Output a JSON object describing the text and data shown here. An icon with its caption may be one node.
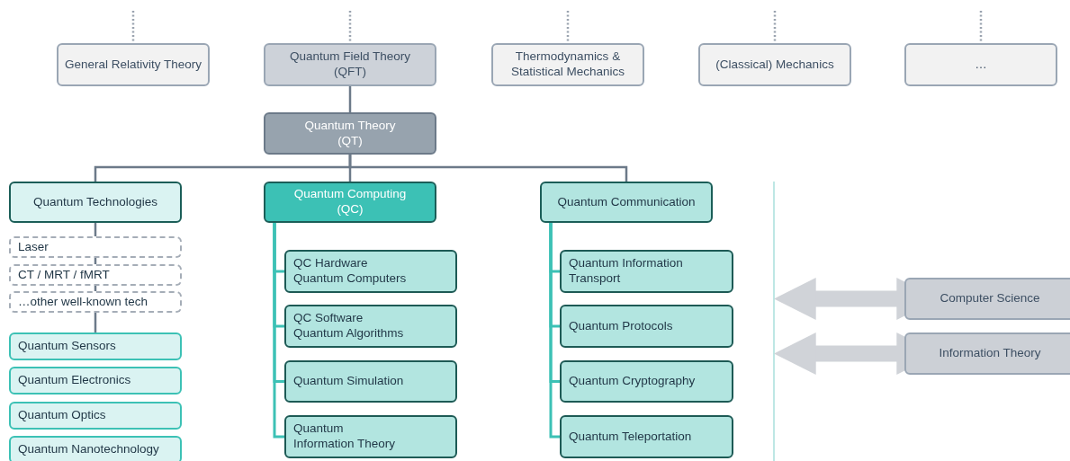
{
  "diagram": {
    "nodes": [
      {
        "text": [
          "General Relativity Theory"
        ]
      },
      {
        "text": [
          "Quantum Field Theory (QFT)"
        ]
      },
      {
        "text": [
          "Thermodynamics & Statistical Mechanics"
        ]
      },
      {
        "text": [
          "(Classical) Mechanics"
        ]
      },
      {
        "text": [
          "…"
        ]
      },
      {
        "text": [
          "Quantum Theory (QT)"
        ]
      },
      {
        "text": [
          "Quantum Technologies"
        ]
      },
      {
        "text": [
          "Quantum Computing (QC)"
        ]
      },
      {
        "text": [
          "Quantum Communication"
        ]
      },
      {
        "text": [
          "Laser"
        ]
      },
      {
        "text": [
          "CT / MRT / fMRT"
        ]
      },
      {
        "text": [
          "…other well-known tech"
        ]
      },
      {
        "text": [
          "Quantum Sensors"
        ]
      },
      {
        "text": [
          "Quantum Electronics"
        ]
      },
      {
        "text": [
          "Quantum Optics"
        ]
      },
      {
        "text": [
          "Quantum Nanotechnology"
        ]
      },
      {
        "text": [
          "QC Hardware Quantum Computers"
        ]
      },
      {
        "text": [
          "QC Software Quantum Algorithms"
        ]
      },
      {
        "text": [
          "Quantum Simulation"
        ]
      },
      {
        "text": [
          "Quantum Information Theory"
        ]
      },
      {
        "text": [
          "Quantum Information Transport"
        ]
      },
      {
        "text": [
          "Quantum Protocols"
        ]
      },
      {
        "text": [
          "Quantum Cryptography"
        ]
      },
      {
        "text": [
          "Quantum Teleportation"
        ]
      },
      {
        "text": [
          "Computer Science"
        ]
      },
      {
        "text": [
          "Information Theory"
        ]
      }
    ],
    "edges": [
      {
        "from": null,
        "to": 0,
        "arrow": "none",
        "style": "dashed"
      },
      {
        "from": null,
        "to": 1,
        "arrow": "none",
        "style": "dashed"
      },
      {
        "from": null,
        "to": 2,
        "arrow": "none",
        "style": "dashed"
      },
      {
        "from": null,
        "to": 3,
        "arrow": "none",
        "style": "dashed"
      },
      {
        "from": null,
        "to": 4,
        "arrow": "none",
        "style": "dashed"
      },
      {
        "from": 1,
        "to": 5,
        "arrow": "none"
      },
      {
        "from": 5,
        "to": 6,
        "arrow": "none"
      },
      {
        "from": 5,
        "to": 7,
        "arrow": "none"
      },
      {
        "from": 5,
        "to": 8,
        "arrow": "none"
      },
      {
        "from": 6,
        "to": 9,
        "arrow": "none"
      },
      {
        "from": 9,
        "to": 10,
        "arrow": "none"
      },
      {
        "from": 10,
        "to": 11,
        "arrow": "none"
      },
      {
        "from": 11,
        "to": 12,
        "arrow": "none"
      },
      {
        "from": 7,
        "to": 16,
        "arrow": "none",
        "color": "#3cc1b5"
      },
      {
        "from": 7,
        "to": 17,
        "arrow": "none",
        "color": "#3cc1b5"
      },
      {
        "from": 7,
        "to": 18,
        "arrow": "none",
        "color": "#3cc1b5"
      },
      {
        "from": 7,
        "to": 19,
        "arrow": "none",
        "color": "#3cc1b5"
      },
      {
        "from": 8,
        "to": 20,
        "arrow": "none",
        "color": "#3cc1b5"
      },
      {
        "from": 8,
        "to": 21,
        "arrow": "none",
        "color": "#3cc1b5"
      },
      {
        "from": 8,
        "to": 22,
        "arrow": "none",
        "color": "#3cc1b5"
      },
      {
        "from": 8,
        "to": 23,
        "arrow": "none",
        "color": "#3cc1b5"
      },
      {
        "from": null,
        "to": 24,
        "arrow": "both",
        "style": "thick",
        "color": "#d0d3d8"
      },
      {
        "from": null,
        "to": 25,
        "arrow": "both",
        "style": "thick",
        "color": "#d0d3d8"
      }
    ]
  }
}
